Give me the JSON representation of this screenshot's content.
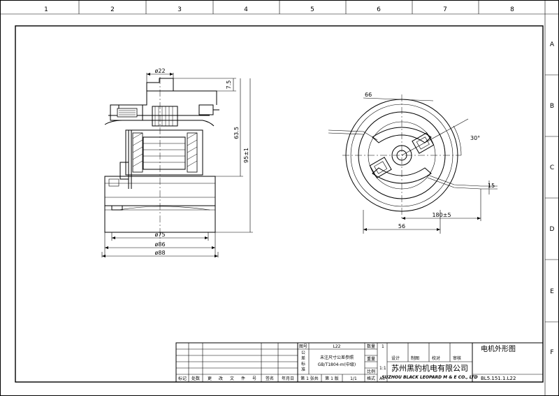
{
  "border": {
    "cols": [
      "1",
      "2",
      "3",
      "4",
      "5",
      "6",
      "7",
      "8"
    ],
    "rows": [
      "A",
      "B",
      "C",
      "D",
      "E",
      "F"
    ]
  },
  "side_view": {
    "dia_top": "ø22",
    "dim_75": "7.5",
    "dim_635": "63.5",
    "dim_95": "95±1",
    "dia_75": "ø75",
    "dia_86": "ø86",
    "dia_88": "ø88"
  },
  "top_view": {
    "dim_66": "66",
    "angle_30": "30°",
    "dim_15": "15",
    "dim_180": "180±5",
    "dim_56": "56"
  },
  "title_block": {
    "rev_headers": [
      "标记",
      "处数",
      "更",
      "改",
      "文",
      "件",
      "号",
      "签名",
      "年月日"
    ],
    "drawing_no_label": "图号",
    "drawing_no_value": "L22",
    "tolerance_label_chars": [
      "公",
      "差",
      "标",
      "准"
    ],
    "tolerance_line1": "未注尺寸公差参照",
    "tolerance_line2": "GB/T1804-m(中级)",
    "qty_label": "数量",
    "qty_value": "1",
    "weight_label": "重量",
    "scale_label": "比例",
    "scale_value": "1:1",
    "format_label": "格式",
    "format_value": "A3",
    "sheet_text": "第 1 张共",
    "sheet_mid": "第 1 版",
    "sheet_of": "1/1",
    "role_design": "设计",
    "role_draft": "制图",
    "role_check": "校对",
    "role_approve": "审核",
    "company_cn": "苏州黑豹机电有限公司",
    "company_en": "SUZHOU BLACK LEOPARD M & E CO., LTD",
    "title": "电机外形图",
    "doc_code": "BL5.151.1.L22"
  }
}
